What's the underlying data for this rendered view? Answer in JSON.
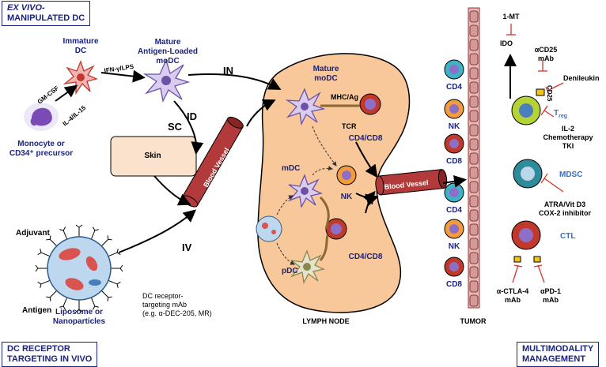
{
  "corner_boxes": {
    "top_left": {
      "line1": "EX VIVO-",
      "line2": "MANIPULATED DC"
    },
    "bottom_left": {
      "line1": "DC RECEPTOR",
      "line2": "TARGETING IN VIVO"
    },
    "bottom_right": {
      "line1": "MULTIMODALITY",
      "line2": "MANAGEMENT"
    }
  },
  "labels": {
    "immature_dc": [
      "Immature",
      "DC"
    ],
    "mature_dc": [
      "Mature",
      "Antigen-Loaded",
      "moDC"
    ],
    "gm_csf": "GM-CSF",
    "il4": "IL-4/IL-15",
    "ifn": "IFN-γ/LPS",
    "monocyte": [
      "Monocyte or",
      "CD34⁺ precursor"
    ],
    "in": "IN",
    "id": "ID",
    "sc": "SC",
    "iv": "IV",
    "skin": "Skin",
    "blood_vessel": "Blood Vessel",
    "adjuvant": "Adjuvant",
    "antigen": "Antigen",
    "liposome": [
      "Liposome or",
      "Nanoparticles"
    ],
    "dc_receptor": [
      "DC receptor-",
      "targeting mAb",
      "(e.g. α-DEC-205, MR)"
    ],
    "lymph_node": "LYMPH NODE",
    "mature_modc": [
      "Mature",
      "moDC"
    ],
    "mhc_ag": "MHC/Ag",
    "tcr": "TCR",
    "cd4cd8": "CD4/CD8",
    "mdc": "mDC",
    "pdc": "pDC",
    "nk": "NK",
    "tumor": "TUMOR",
    "cd4": "CD4",
    "cd8": "CD8",
    "one_mt": "1-MT",
    "ido": "IDO",
    "acd25": [
      "αCD25",
      "mAb"
    ],
    "cd25": "CD25",
    "denileukin": "Denileukin",
    "treg": "T",
    "treg_sub": "reg",
    "il2": "IL-2",
    "chemo": "Chemotherapy",
    "tki": "TKI",
    "mdsc": "MDSC",
    "atra": "ATRA/Vit D3",
    "cox2": "COX-2 inhibitor",
    "ctl": "CTL",
    "actla4": [
      "α-CTLA-4",
      "mAb"
    ],
    "apd1": [
      "αPD-1",
      "mAb"
    ]
  },
  "colors": {
    "navy": "#1a237e",
    "lymph": "#f8c79a",
    "vessel": "#b33a3a",
    "skin": "#fbe2cc",
    "tumor_wall": "#e6b7b7"
  }
}
